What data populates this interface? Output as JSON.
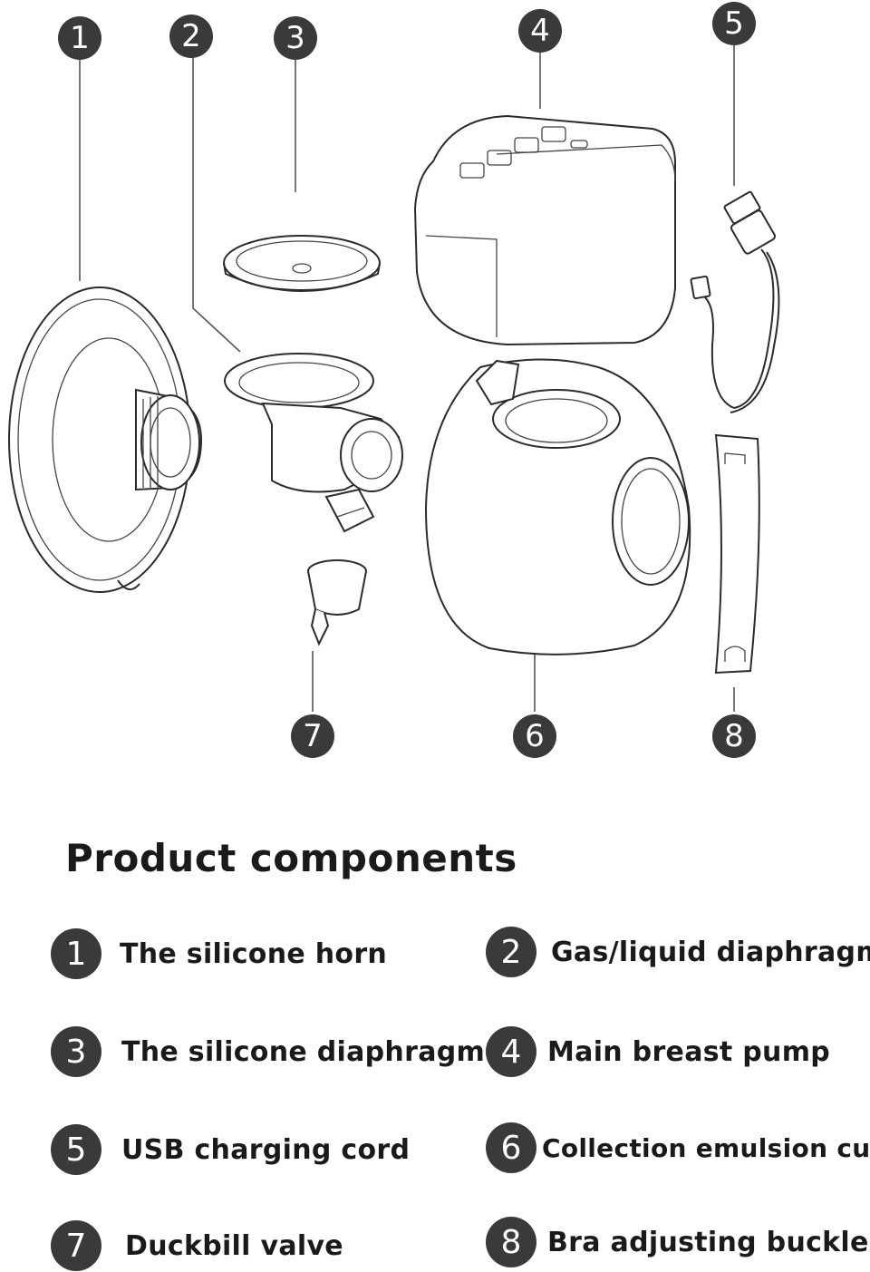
{
  "callouts": [
    "1",
    "2",
    "3",
    "4",
    "5",
    "6",
    "7",
    "8"
  ],
  "heading": "Product components",
  "legend": [
    {
      "number": "1",
      "label": "The silicone horn"
    },
    {
      "number": "2",
      "label": "Gas/liquid diaphragm"
    },
    {
      "number": "3",
      "label": "The silicone diaphragm"
    },
    {
      "number": "4",
      "label": "Main breast pump"
    },
    {
      "number": "5",
      "label": "USB charging cord"
    },
    {
      "number": "6",
      "label": "Collection emulsion cup"
    },
    {
      "number": "7",
      "label": "Duckbill valve"
    },
    {
      "number": "8",
      "label": "Bra adjusting buckle"
    }
  ],
  "colors": {
    "badge": "#3a3a3a",
    "text": "#1a1a1a",
    "line": "#2b2b2b"
  }
}
